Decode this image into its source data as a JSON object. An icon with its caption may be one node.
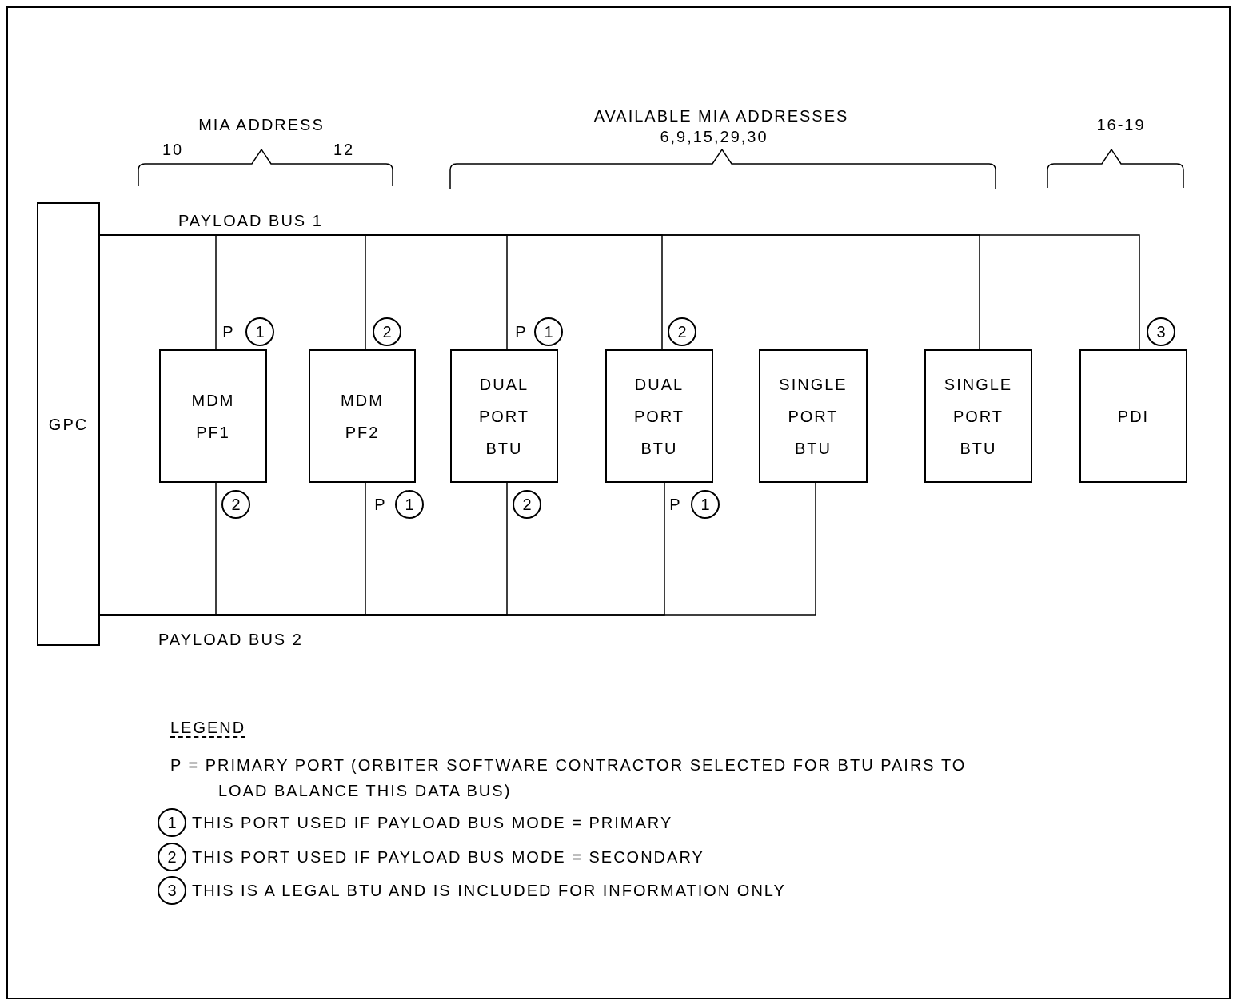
{
  "diagram": {
    "nodes": [
      {
        "text": [
          "GPC"
        ]
      },
      {
        "text": [
          "MDM PF1"
        ]
      },
      {
        "text": [
          "MDM PF2"
        ]
      },
      {
        "text": [
          "DUAL PORT BTU"
        ]
      },
      {
        "text": [
          "DUAL PORT BTU"
        ]
      },
      {
        "text": [
          "SINGLE PORT BTU"
        ]
      },
      {
        "text": [
          "SINGLE PORT BTU"
        ]
      },
      {
        "text": [
          "PDI"
        ]
      }
    ],
    "edges": [
      {
        "from": 0,
        "to": 1,
        "arrow": "none"
      },
      {
        "from": 0,
        "to": 2,
        "arrow": "none"
      },
      {
        "from": 0,
        "to": 3,
        "arrow": "none"
      },
      {
        "from": 0,
        "to": 4,
        "arrow": "none"
      },
      {
        "from": 0,
        "to": 6,
        "arrow": "none"
      },
      {
        "from": 0,
        "to": 7,
        "arrow": "none"
      },
      {
        "from": 0,
        "to": 1,
        "arrow": "none"
      },
      {
        "from": 0,
        "to": 2,
        "arrow": "none"
      },
      {
        "from": 0,
        "to": 3,
        "arrow": "none"
      },
      {
        "from": 0,
        "to": 4,
        "arrow": "none"
      },
      {
        "from": 0,
        "to": 5,
        "arrow": "none"
      }
    ],
    "labels": [
      "MIA ADDRESS",
      "10",
      "12",
      "AVAILABLE MIA ADDRESSES",
      "6,9,15,29,30",
      "16-19",
      "PAYLOAD BUS 1",
      "P",
      "1",
      "2",
      "P",
      "1",
      "2",
      "3",
      "2",
      "P",
      "1",
      "2",
      "P",
      "1",
      "PAYLOAD BUS 2",
      "LEGEND",
      "P = PRIMARY PORT (ORBITER SOFTWARE CONTRACTOR SELECTED FOR BTU PAIRS TO LOAD BALANCE THIS DATA BUS)",
      "1",
      "THIS PORT USED IF PAYLOAD BUS MODE = PRIMARY",
      "2",
      "THIS PORT USED IF PAYLOAD BUS MODE = SECONDARY",
      "3",
      "THIS IS A LEGAL BTU AND IS INCLUDED FOR INFORMATION ONLY"
    ]
  }
}
